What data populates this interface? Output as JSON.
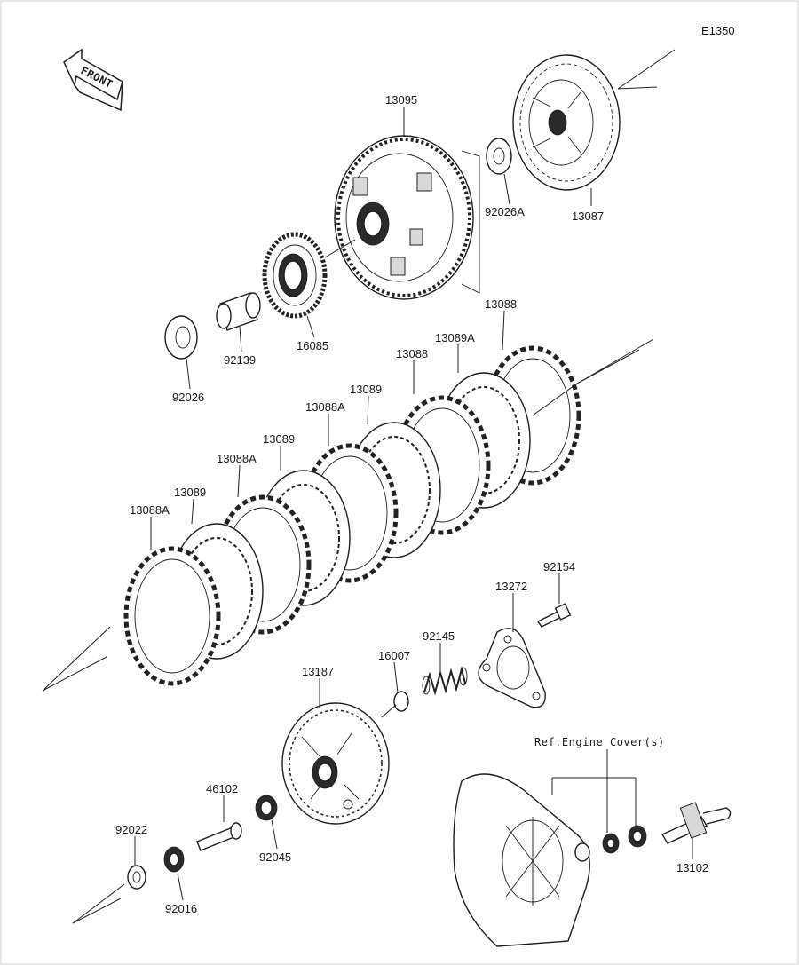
{
  "diagram_code": "E1350",
  "front_label": "FRONT",
  "ref_note": "Ref.Engine Cover(s)",
  "part_labels": {
    "p13095": "13095",
    "p13087": "13087",
    "p92026A": "92026A",
    "p16085": "16085",
    "p92139": "92139",
    "p92026": "92026",
    "p13088_top": "13088",
    "p13089A": "13089A",
    "p13088_mid": "13088",
    "p13089_a": "13089",
    "p13088A_a": "13088A",
    "p13089_b": "13089",
    "p13088A_b": "13088A",
    "p13089_c": "13089",
    "p13088A_c": "13088A",
    "p92154": "92154",
    "p13272": "13272",
    "p92145": "92145",
    "p16007": "16007",
    "p13187": "13187",
    "p46102": "46102",
    "p92045": "92045",
    "p92022": "92022",
    "p92016": "92016",
    "p13102": "13102"
  }
}
